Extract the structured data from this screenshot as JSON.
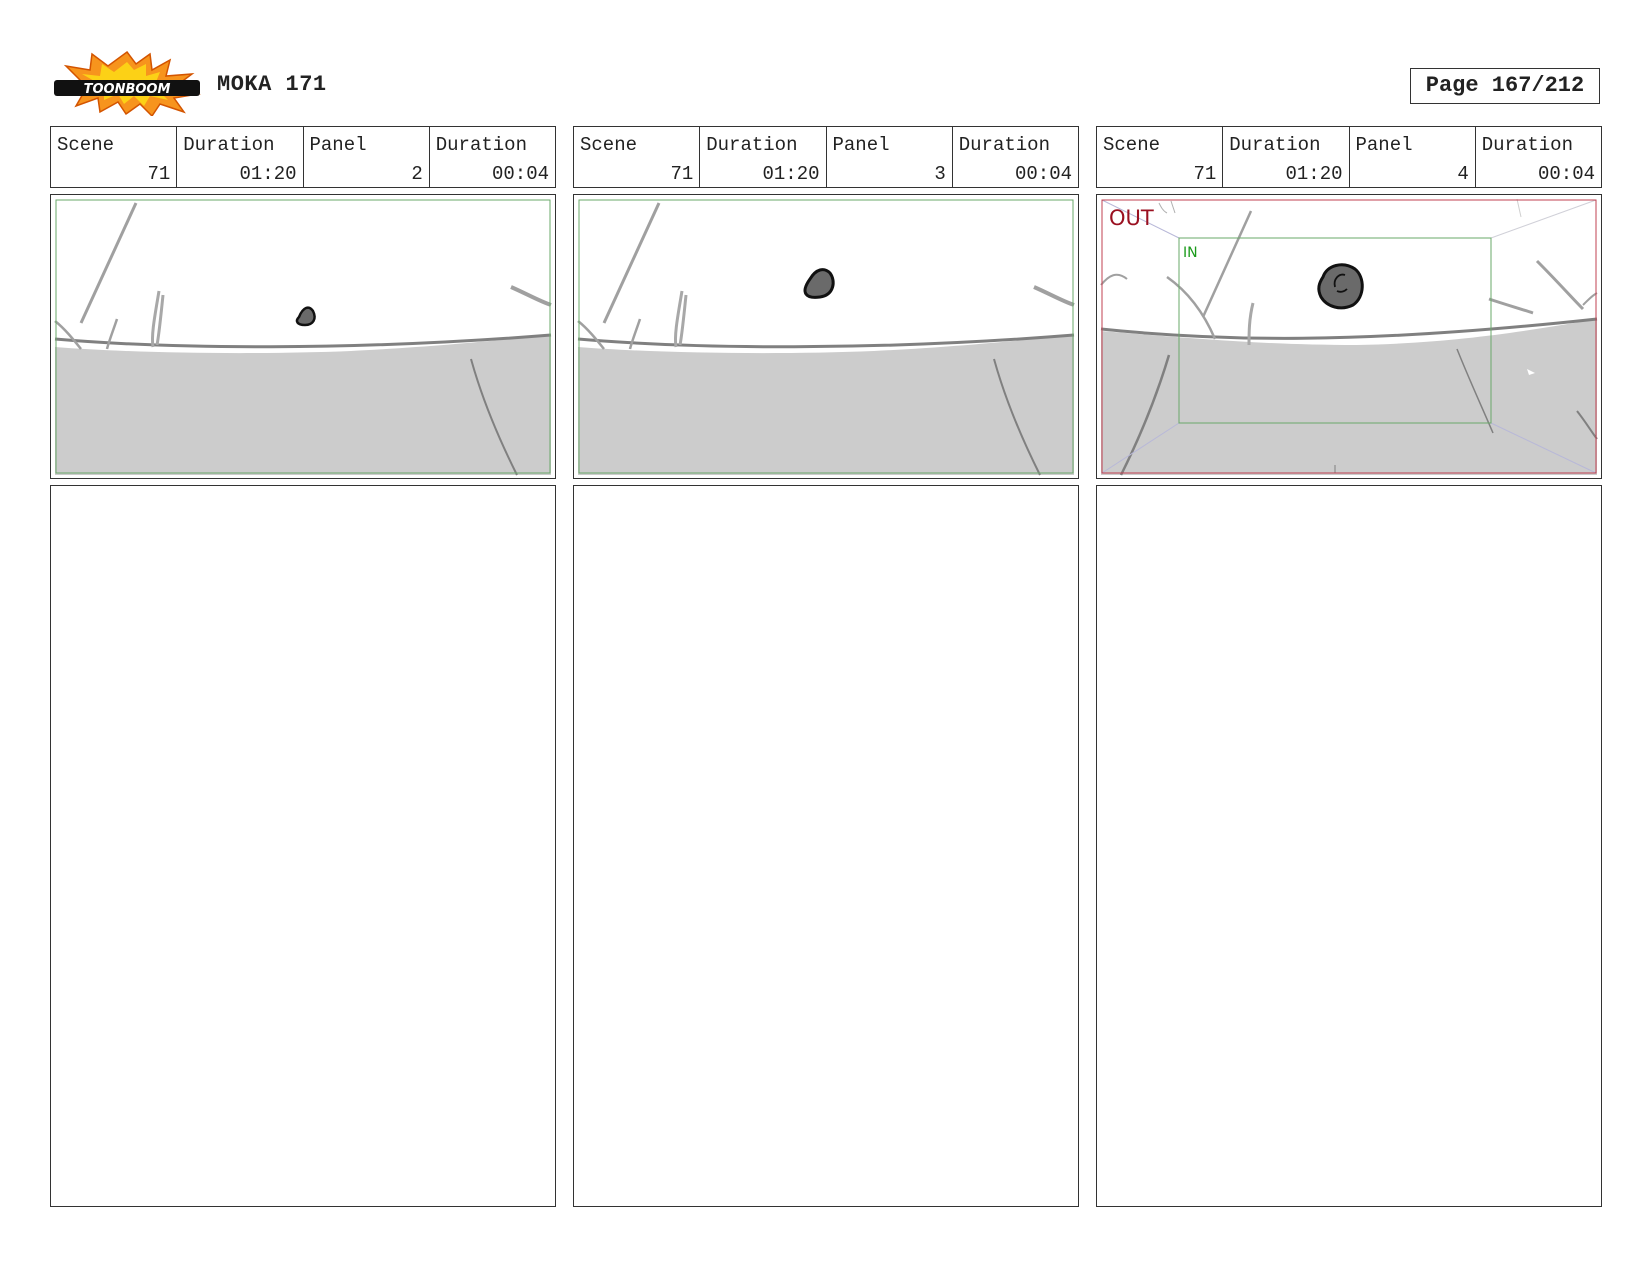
{
  "header": {
    "logo_text": "TOONBOOM",
    "title": "MOKA 171",
    "page": "Page 167/212"
  },
  "labels": {
    "scene": "Scene",
    "duration": "Duration",
    "panel": "Panel"
  },
  "panels": [
    {
      "scene": "71",
      "scene_duration": "01:20",
      "panel": "2",
      "panel_duration": "00:04"
    },
    {
      "scene": "71",
      "scene_duration": "01:20",
      "panel": "3",
      "panel_duration": "00:04"
    },
    {
      "scene": "71",
      "scene_duration": "01:20",
      "panel": "4",
      "panel_duration": "00:04",
      "out_label": "OUT",
      "in_label": "IN"
    }
  ],
  "colors": {
    "frame_green": "#6aa86a",
    "out_red": "#9a1020",
    "in_green": "#1a9a1a",
    "ground": "#cccccc",
    "stroke": "#808080",
    "rock": "#6a6a6a"
  }
}
